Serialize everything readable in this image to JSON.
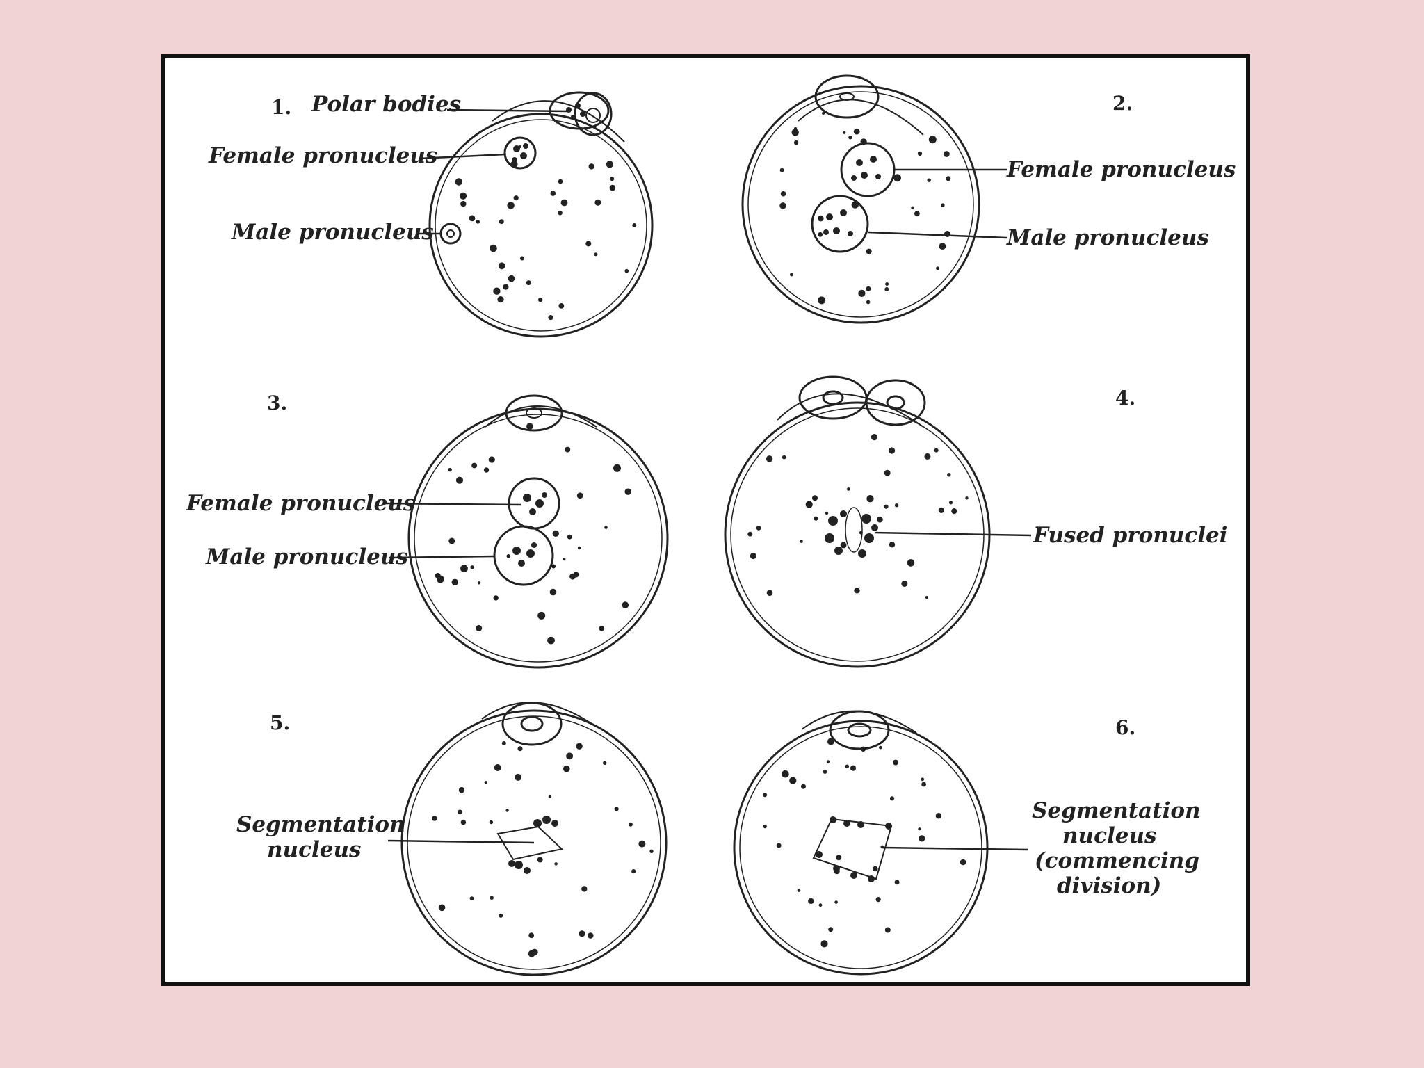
{
  "panels": [
    {
      "number": "1.",
      "labels": [
        "Polar bodies",
        "Female pronucleus",
        "Male pronucleus"
      ]
    },
    {
      "number": "2.",
      "labels": [
        "Female pronucleus",
        "Male pronucleus"
      ]
    },
    {
      "number": "3.",
      "labels": [
        "Female pronucleus",
        "Male pronucleus"
      ]
    },
    {
      "number": "4.",
      "labels": [
        "Fused pronuclei"
      ]
    },
    {
      "number": "5.",
      "labels": [
        "Segmentation",
        "nucleus"
      ]
    },
    {
      "number": "6.",
      "labels": [
        "Segmentation",
        "nucleus",
        "(commencing",
        "division)"
      ]
    }
  ]
}
